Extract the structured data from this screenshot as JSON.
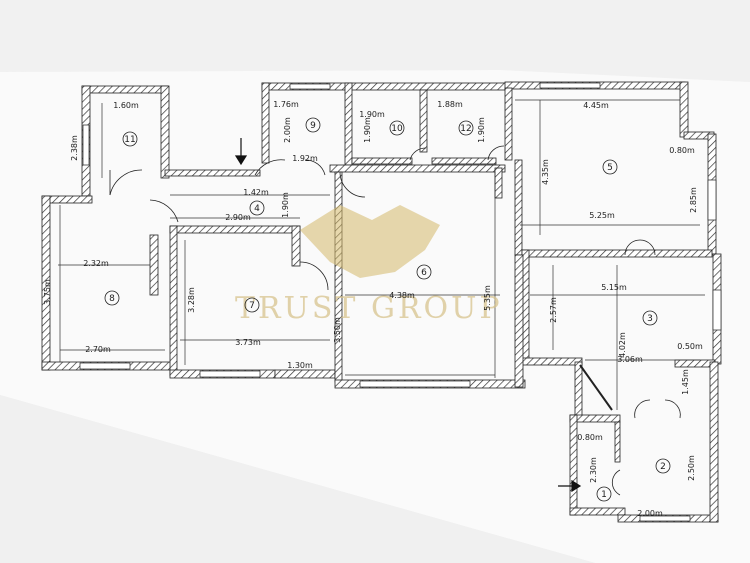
{
  "watermark": {
    "brand": "TRUST GROUP",
    "color": "#d4b86a"
  },
  "colors": {
    "paper": "#f7f7f7",
    "wall_hatch": "#333333",
    "line": "#222222"
  },
  "rooms": [
    {
      "id": "1",
      "label": "1"
    },
    {
      "id": "2",
      "label": "2"
    },
    {
      "id": "3",
      "label": "3"
    },
    {
      "id": "4",
      "label": "4"
    },
    {
      "id": "5",
      "label": "5"
    },
    {
      "id": "6",
      "label": "6"
    },
    {
      "id": "7",
      "label": "7"
    },
    {
      "id": "8",
      "label": "8"
    },
    {
      "id": "9",
      "label": "9"
    },
    {
      "id": "10",
      "label": "10"
    },
    {
      "id": "11",
      "label": "11"
    },
    {
      "id": "12",
      "label": "12"
    }
  ],
  "dimensions": [
    "1.60m",
    "2.38m",
    "1.76m",
    "2.00m",
    "1.92m",
    "1.90m",
    "1.90m",
    "1.88m",
    "1.90m",
    "4.45m",
    "4.35m",
    "0.80m",
    "2.85m",
    "5.25m",
    "1.42m",
    "1.90m",
    "2.90m",
    "2.32m",
    "3.75m",
    "3.28m",
    "3.50m",
    "4.38m",
    "5.35m",
    "2.57m",
    "5.15m",
    "4.02m",
    "2.70m",
    "3.73m",
    "1.30m",
    "3.06m",
    "0.50m",
    "1.45m",
    "0.80m",
    "2.30m",
    "2.50m",
    "2.00m"
  ]
}
